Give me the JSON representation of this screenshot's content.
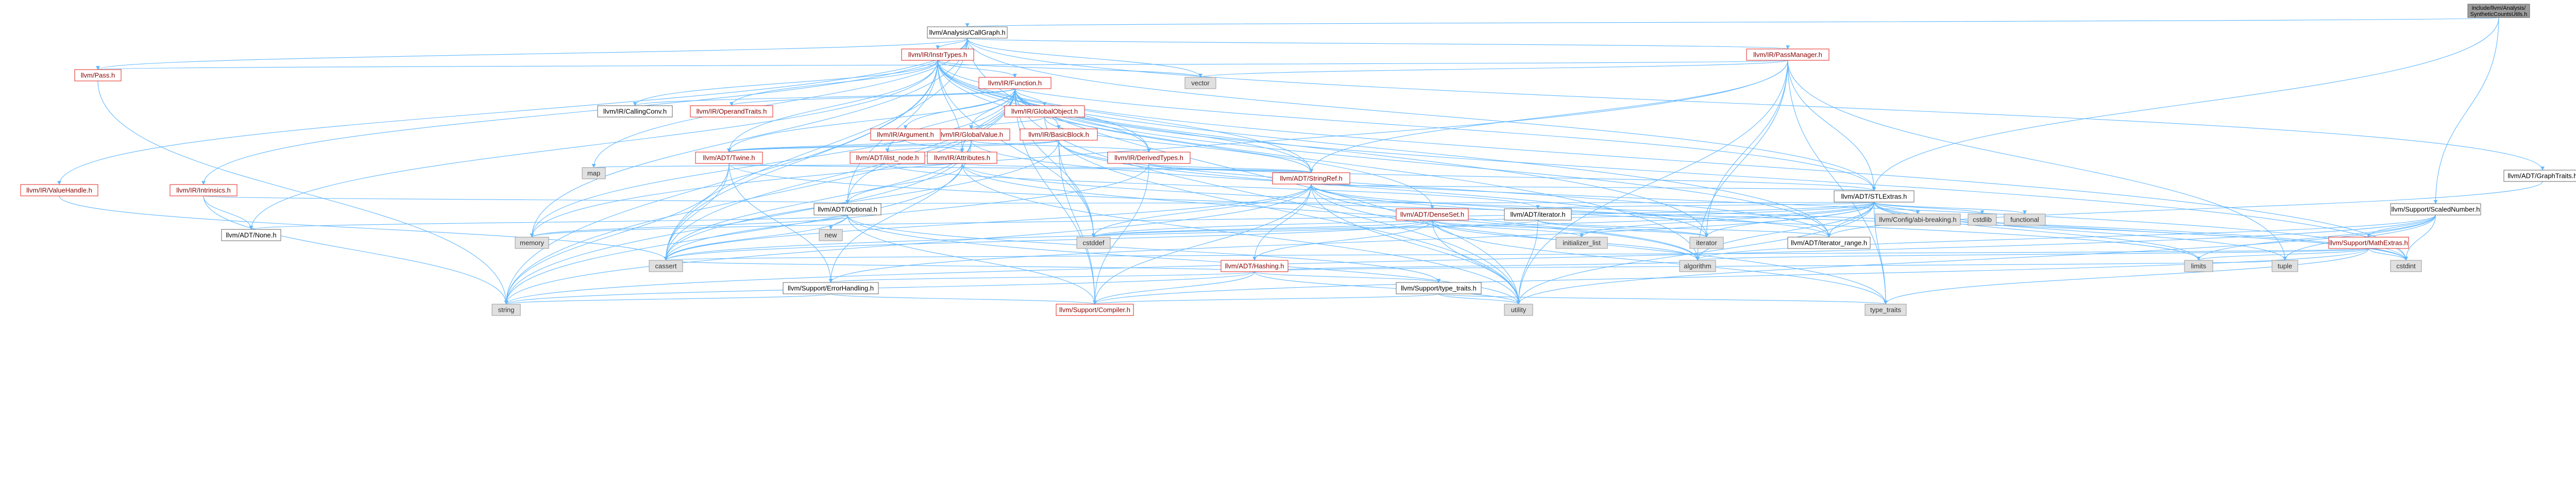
{
  "colors": {
    "edge": "#63b8ff",
    "node_red_border": "#e0221a",
    "node_grey_fill": "#e0e0e0",
    "root_fill": "#9c9c9c"
  },
  "nodes": [
    {
      "id": "root",
      "kind": "root",
      "label": "include/llvm/Analysis/SyntheticCountsUtils.h"
    },
    {
      "id": "callgraph",
      "kind": "white",
      "label": "llvm/Analysis/CallGraph.h"
    },
    {
      "id": "instrtypes",
      "kind": "red",
      "label": "llvm/IR/InstrTypes.h"
    },
    {
      "id": "passmanager",
      "kind": "red",
      "label": "llvm/IR/PassManager.h"
    },
    {
      "id": "pass",
      "kind": "red",
      "label": "llvm/Pass.h"
    },
    {
      "id": "vector",
      "kind": "grey",
      "label": "vector"
    },
    {
      "id": "function",
      "kind": "red",
      "label": "llvm/IR/Function.h"
    },
    {
      "id": "callingconv",
      "kind": "white",
      "label": "llvm/IR/CallingConv.h"
    },
    {
      "id": "operandtraits",
      "kind": "red",
      "label": "llvm/IR/OperandTraits.h"
    },
    {
      "id": "globalobject",
      "kind": "red",
      "label": "llvm/IR/GlobalObject.h"
    },
    {
      "id": "globalvalue",
      "kind": "red",
      "label": "llvm/IR/GlobalValue.h"
    },
    {
      "id": "argument",
      "kind": "red",
      "label": "llvm/IR/Argument.h"
    },
    {
      "id": "basicblock",
      "kind": "red",
      "label": "llvm/IR/BasicBlock.h"
    },
    {
      "id": "attributes",
      "kind": "red",
      "label": "llvm/IR/Attributes.h"
    },
    {
      "id": "derivedtypes",
      "kind": "red",
      "label": "llvm/IR/DerivedTypes.h"
    },
    {
      "id": "twine",
      "kind": "red",
      "label": "llvm/ADT/Twine.h"
    },
    {
      "id": "ilist_node",
      "kind": "red",
      "label": "llvm/ADT/ilist_node.h"
    },
    {
      "id": "map",
      "kind": "grey",
      "label": "map"
    },
    {
      "id": "stringref",
      "kind": "red",
      "label": "llvm/ADT/StringRef.h"
    },
    {
      "id": "valuehandle",
      "kind": "red",
      "label": "llvm/IR/ValueHandle.h"
    },
    {
      "id": "intrinsics",
      "kind": "red",
      "label": "llvm/IR/Intrinsics.h"
    },
    {
      "id": "optional",
      "kind": "white",
      "label": "llvm/ADT/Optional.h"
    },
    {
      "id": "none",
      "kind": "white",
      "label": "llvm/ADT/None.h"
    },
    {
      "id": "new",
      "kind": "grey",
      "label": "new"
    },
    {
      "id": "memory",
      "kind": "grey",
      "label": "memory"
    },
    {
      "id": "cassert",
      "kind": "grey",
      "label": "cassert"
    },
    {
      "id": "cstddef",
      "kind": "grey",
      "label": "cstddef"
    },
    {
      "id": "densemap",
      "kind": "red",
      "label": "llvm/ADT/DenseSet.h"
    },
    {
      "id": "hashing",
      "kind": "red",
      "label": "llvm/ADT/Hashing.h"
    },
    {
      "id": "iterator_h",
      "kind": "white",
      "label": "llvm/ADT/iterator.h"
    },
    {
      "id": "stlextras",
      "kind": "white",
      "label": "llvm/ADT/STLExtras.h"
    },
    {
      "id": "errorhandling",
      "kind": "white",
      "label": "llvm/Support/ErrorHandling.h"
    },
    {
      "id": "typetraits_s",
      "kind": "white",
      "label": "llvm/Support/type_traits.h"
    },
    {
      "id": "compiler",
      "kind": "red",
      "label": "llvm/Support/Compiler.h"
    },
    {
      "id": "string",
      "kind": "grey",
      "label": "string"
    },
    {
      "id": "utility",
      "kind": "grey",
      "label": "utility"
    },
    {
      "id": "type_traits",
      "kind": "grey",
      "label": "type_traits"
    },
    {
      "id": "initializer_list",
      "kind": "grey",
      "label": "initializer_list"
    },
    {
      "id": "iterator",
      "kind": "grey",
      "label": "iterator"
    },
    {
      "id": "algorithm",
      "kind": "grey",
      "label": "algorithm"
    },
    {
      "id": "iterator_range",
      "kind": "white",
      "label": "llvm/ADT/iterator_range.h"
    },
    {
      "id": "abibreaking",
      "kind": "grey",
      "label": "llvm/Config/abi-breaking.h"
    },
    {
      "id": "cstdlib",
      "kind": "grey",
      "label": "cstdlib"
    },
    {
      "id": "functional",
      "kind": "grey",
      "label": "functional"
    },
    {
      "id": "limits",
      "kind": "grey",
      "label": "limits"
    },
    {
      "id": "tuple",
      "kind": "grey",
      "label": "tuple"
    },
    {
      "id": "cstdint",
      "kind": "grey",
      "label": "cstdint"
    },
    {
      "id": "graphtraits",
      "kind": "white",
      "label": "llvm/ADT/GraphTraits.h"
    },
    {
      "id": "scalednumber",
      "kind": "white",
      "label": "llvm/Support/ScaledNumber.h"
    },
    {
      "id": "mathextras",
      "kind": "red",
      "label": "llvm/Support/MathExtras.h"
    }
  ]
}
